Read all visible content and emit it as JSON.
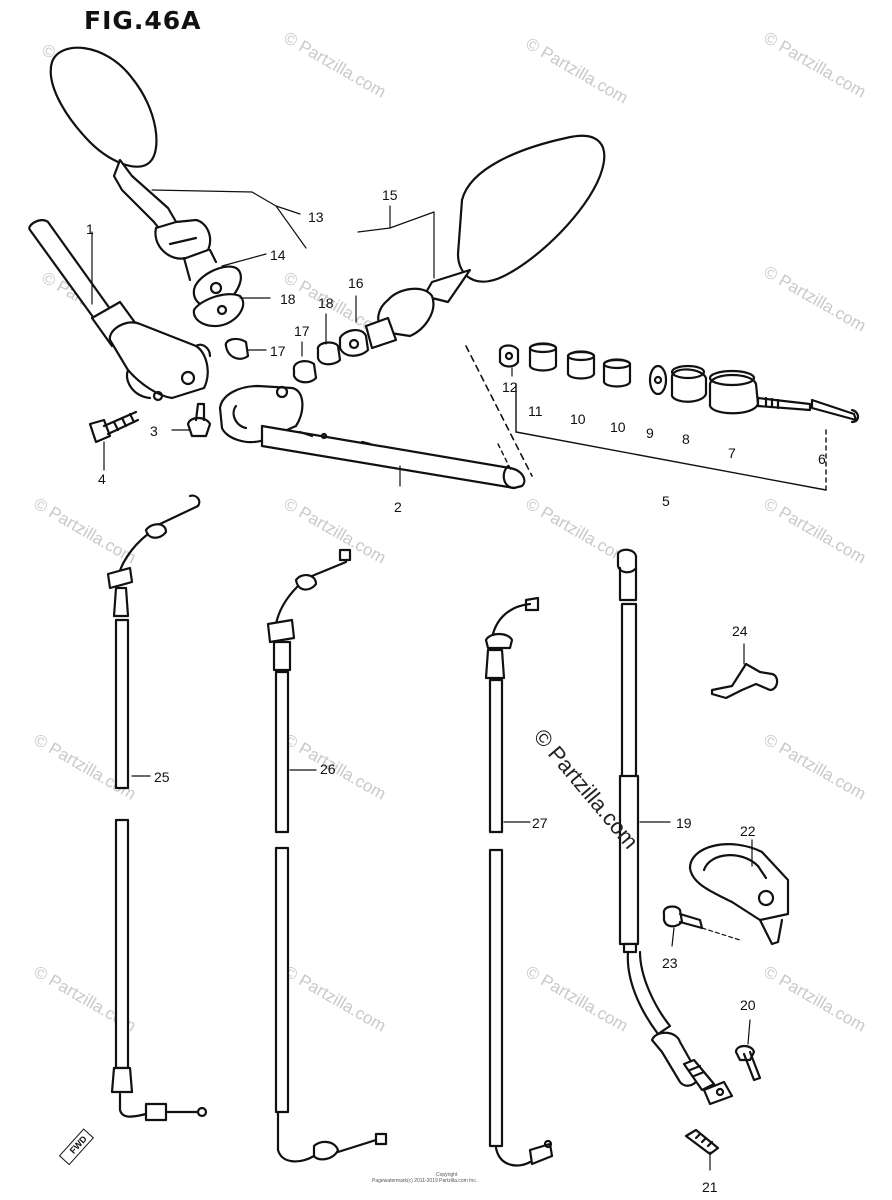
{
  "figure": {
    "title": "FIG.46A"
  },
  "watermark": {
    "small": "© Partzilla.com",
    "large": "© Partzilla.com"
  },
  "fwd_label": "FWD",
  "footer": {
    "title": "Copyright",
    "text": "Pagewatermark(c) 2011-2019 Partzilla.com Inc."
  },
  "callouts": [
    {
      "id": "c1",
      "label": "1"
    },
    {
      "id": "c2",
      "label": "2"
    },
    {
      "id": "c3",
      "label": "3"
    },
    {
      "id": "c4",
      "label": "4"
    },
    {
      "id": "c5",
      "label": "5"
    },
    {
      "id": "c6",
      "label": "6"
    },
    {
      "id": "c7",
      "label": "7"
    },
    {
      "id": "c8",
      "label": "8"
    },
    {
      "id": "c9",
      "label": "9"
    },
    {
      "id": "c10a",
      "label": "10"
    },
    {
      "id": "c10b",
      "label": "10"
    },
    {
      "id": "c11",
      "label": "11"
    },
    {
      "id": "c12",
      "label": "12"
    },
    {
      "id": "c13",
      "label": "13"
    },
    {
      "id": "c14",
      "label": "14"
    },
    {
      "id": "c15",
      "label": "15"
    },
    {
      "id": "c16",
      "label": "16"
    },
    {
      "id": "c17a",
      "label": "17"
    },
    {
      "id": "c17b",
      "label": "17"
    },
    {
      "id": "c18a",
      "label": "18"
    },
    {
      "id": "c18b",
      "label": "18"
    },
    {
      "id": "c19",
      "label": "19"
    },
    {
      "id": "c20",
      "label": "20"
    },
    {
      "id": "c21",
      "label": "21"
    },
    {
      "id": "c22",
      "label": "22"
    },
    {
      "id": "c23",
      "label": "23"
    },
    {
      "id": "c24",
      "label": "24"
    },
    {
      "id": "c25",
      "label": "25"
    },
    {
      "id": "c26",
      "label": "26"
    },
    {
      "id": "c27",
      "label": "27"
    }
  ]
}
